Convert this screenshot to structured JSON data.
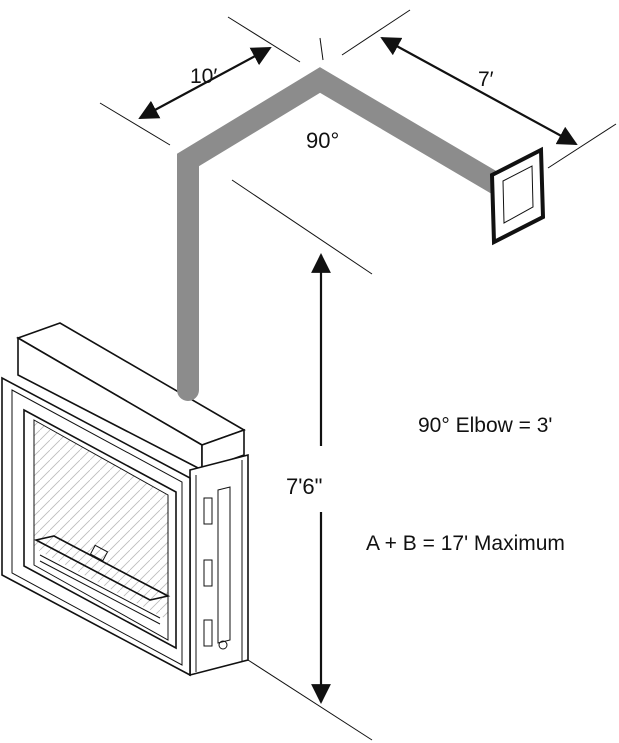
{
  "labels": {
    "dim_10": "10′",
    "dim_7": "7′",
    "angle": "90°",
    "dim_height": "7'6\"",
    "elbow_note": "90° Elbow = 3'",
    "max_note": "A + B = 17' Maximum"
  },
  "colors": {
    "pipe": "#8c8c8c",
    "ink": "#111111"
  }
}
